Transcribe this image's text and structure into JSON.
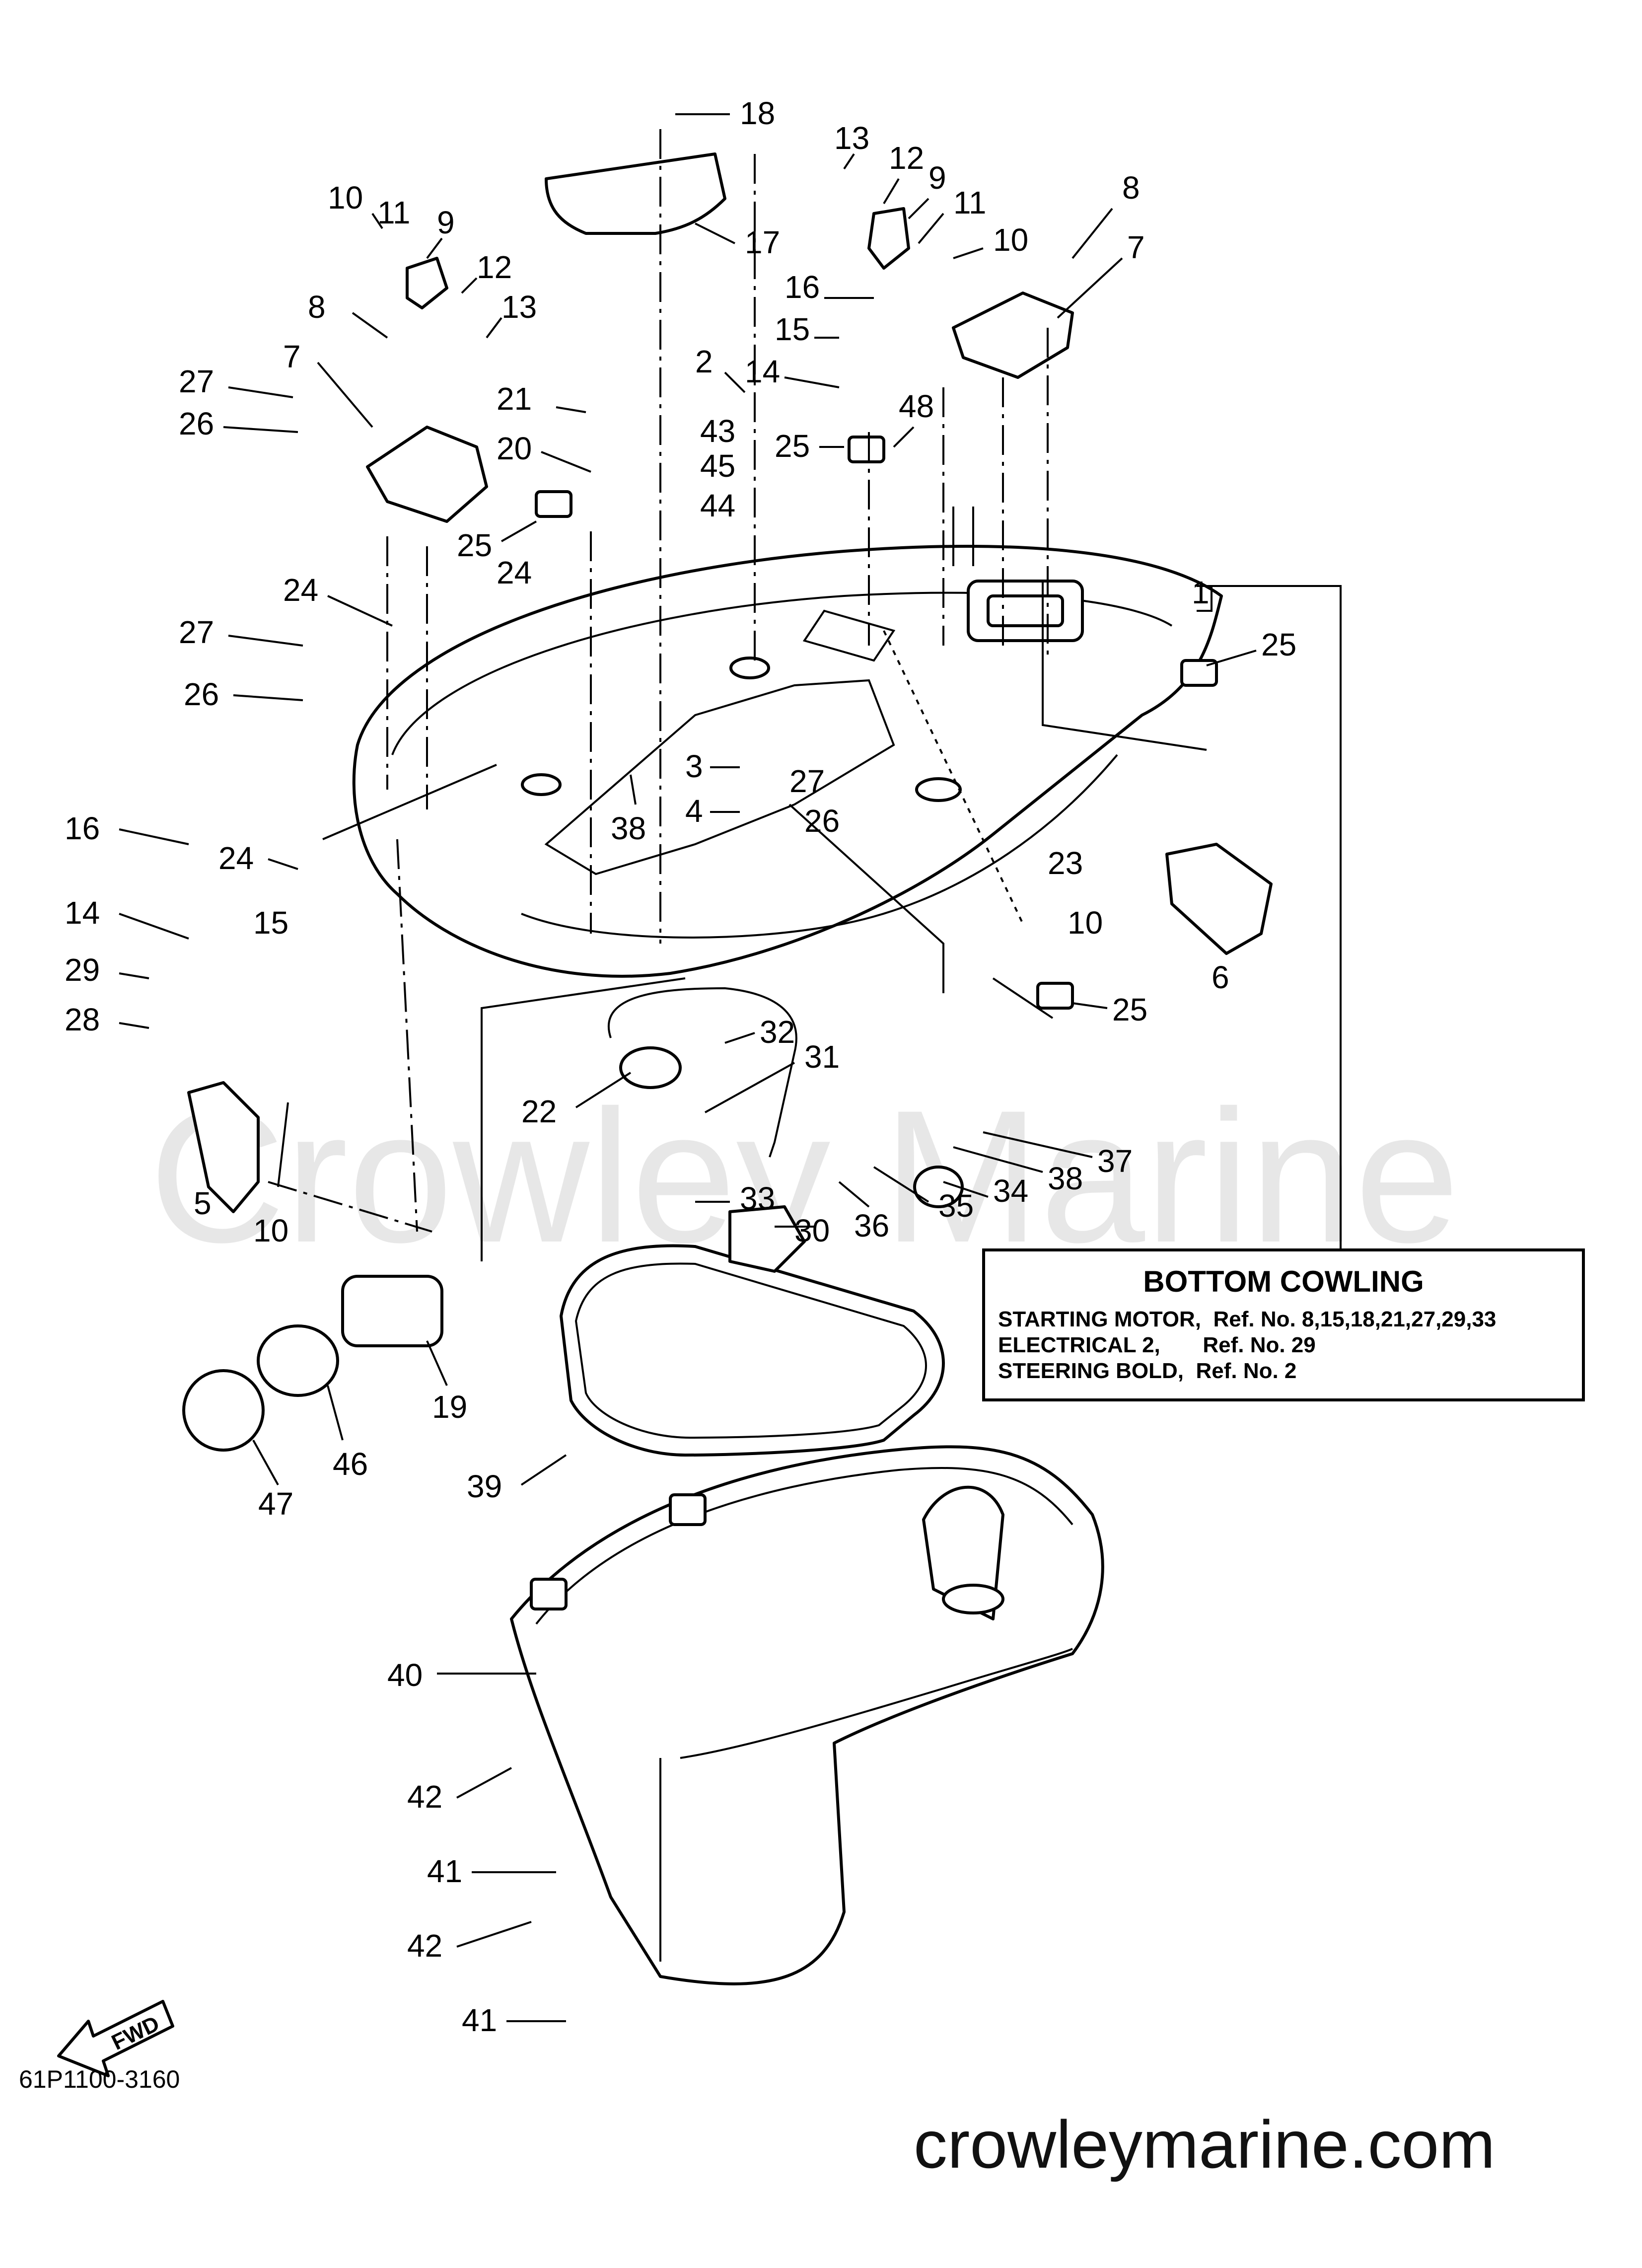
{
  "watermark": "Crowley Marine",
  "legend": {
    "title": "BOTTOM COWLING",
    "rows": [
      {
        "name": "STARTING MOTOR,",
        "ref": "Ref. No. 8,15,18,21,27,29,33"
      },
      {
        "name": "ELECTRICAL 2,",
        "ref": "Ref. No. 29"
      },
      {
        "name": "STEERING BOLD,",
        "ref": "Ref. No. 2"
      }
    ]
  },
  "drawing_code": "61P1100-3160",
  "site": "crowleymarine.com",
  "fwd_label": "FWD",
  "callouts": [
    "18",
    "13",
    "12",
    "9",
    "8",
    "17",
    "10",
    "11",
    "9",
    "12",
    "13",
    "11",
    "10",
    "7",
    "16",
    "8",
    "15",
    "7",
    "14",
    "2",
    "27",
    "43",
    "21",
    "48",
    "26",
    "25",
    "45",
    "20",
    "44",
    "25",
    "1",
    "24",
    "24",
    "27",
    "25",
    "26",
    "3",
    "27",
    "38",
    "4",
    "26",
    "16",
    "24",
    "23",
    "10",
    "15",
    "14",
    "6",
    "29",
    "28",
    "25",
    "32",
    "31",
    "22",
    "5",
    "10",
    "33",
    "36",
    "35",
    "34",
    "38",
    "37",
    "30",
    "19",
    "46",
    "47",
    "39",
    "40",
    "42",
    "41",
    "42",
    "41"
  ]
}
